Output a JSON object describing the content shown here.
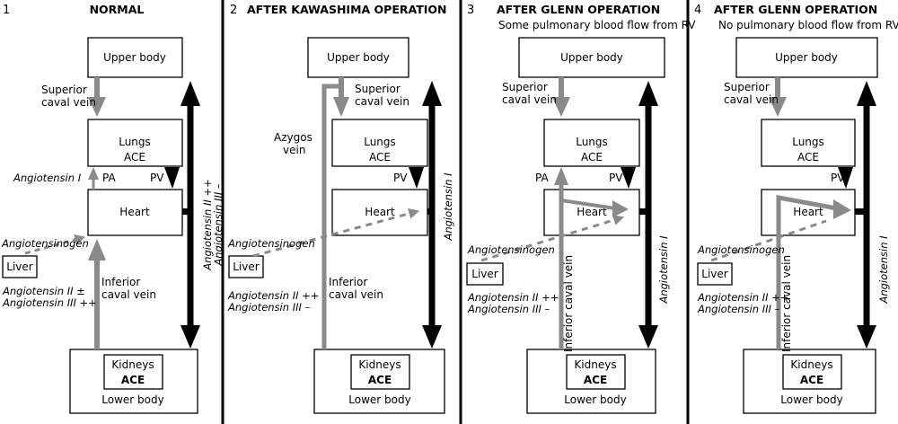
{
  "colors": {
    "venous": "#8a8a8a",
    "arterial": "#000000"
  },
  "panels": [
    {
      "number": "1",
      "title": "NORMAL",
      "subtitle": "",
      "upper_body": "Upper body",
      "lungs": "Lungs",
      "lungs_ace": "ACE",
      "heart": "Heart",
      "kidneys": "Kidneys",
      "kidneys_ace": "ACE",
      "lower_body": "Lower body",
      "liver": "Liver",
      "svc_1": "Superior",
      "svc_2": "caval vein",
      "ivc_1": "Inferior",
      "ivc_2": "caval vein",
      "pa": "PA",
      "pv": "PV",
      "angiotensin_i": "Angiotensin I",
      "angiotensinogen": "Angiotensinogen",
      "ang2": "Angiotensin II  ±",
      "ang3": "Angiotensin III ++",
      "arterial_1": "Angiotensin II ++",
      "arterial_2": "Angiotensin III –"
    },
    {
      "number": "2",
      "title": "AFTER KAWASHIMA OPERATION",
      "subtitle": "",
      "upper_body": "Upper body",
      "lungs": "Lungs",
      "lungs_ace": "ACE",
      "heart": "Heart",
      "kidneys": "Kidneys",
      "kidneys_ace": "ACE",
      "lower_body": "Lower body",
      "liver": "Liver",
      "svc_1": "Superior",
      "svc_2": "caval vein",
      "ivc_1": "Inferior",
      "ivc_2": "caval vein",
      "azygos_1": "Azygos",
      "azygos_2": "vein",
      "pv": "PV",
      "angiotensinogen": "Angiotensinogen",
      "ang2": "Angiotensin II ++",
      "ang3": "Angiotensin III –",
      "arterial_1": "Angiotensin I"
    },
    {
      "number": "3",
      "title": "AFTER GLENN OPERATION",
      "subtitle": "Some pulmonary blood flow from RV",
      "upper_body": "Upper body",
      "lungs": "Lungs",
      "lungs_ace": "ACE",
      "heart": "Heart",
      "kidneys": "Kidneys",
      "kidneys_ace": "ACE",
      "lower_body": "Lower body",
      "liver": "Liver",
      "svc_1": "Superior",
      "svc_2": "caval vein",
      "ivc_vertical": "Inferior caval vein",
      "pa": "PA",
      "pv": "PV",
      "angiotensinogen": "Angiotensinogen",
      "ang2": "Angiotensin II ++",
      "ang3": "Angiotensin III –",
      "arterial_1": "Angiotensin I"
    },
    {
      "number": "4",
      "title": "AFTER GLENN OPERATION",
      "subtitle": "No pulmonary blood flow from RV",
      "upper_body": "Upper body",
      "lungs": "Lungs",
      "lungs_ace": "ACE",
      "heart": "Heart",
      "kidneys": "Kidneys",
      "kidneys_ace": "ACE",
      "lower_body": "Lower body",
      "liver": "Liver",
      "svc_1": "Superior",
      "svc_2": "caval vein",
      "ivc_vertical": "Inferior caval vein",
      "pv": "PV",
      "angiotensinogen": "Angiotensinogen",
      "ang2": "Angiotensin II ++",
      "ang3": "Angiotensin III –",
      "arterial_1": "Angiotensin I"
    }
  ]
}
